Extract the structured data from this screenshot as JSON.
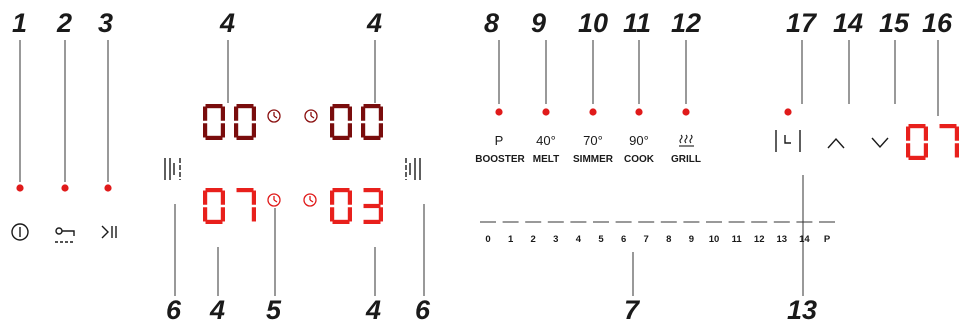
{
  "callouts": {
    "c1": "1",
    "c2": "2",
    "c3": "3",
    "c4a": "4",
    "c4b": "4",
    "c4c": "4",
    "c4d": "4",
    "c5": "5",
    "c6a": "6",
    "c6b": "6",
    "c7": "7",
    "c8": "8",
    "c9": "9",
    "c10": "10",
    "c11": "11",
    "c12": "12",
    "c13": "13",
    "c14": "14",
    "c15": "15",
    "c16": "16",
    "c17": "17"
  },
  "displays": {
    "top_left": "00",
    "top_right": "00",
    "bottom_left": "07",
    "bottom_right": "03",
    "power_level": "07"
  },
  "functions": [
    {
      "symbol": "P",
      "label": "BOOSTER"
    },
    {
      "symbol": "40°",
      "label": "MELT"
    },
    {
      "symbol": "70°",
      "label": "SIMMER"
    },
    {
      "symbol": "90°",
      "label": "COOK"
    },
    {
      "symbol": "",
      "label": "GRILL",
      "icon": "grill-icon"
    }
  ],
  "scale": [
    "0",
    "1",
    "2",
    "3",
    "4",
    "5",
    "6",
    "7",
    "8",
    "9",
    "10",
    "11",
    "12",
    "13",
    "14",
    "P"
  ],
  "icons": [
    "power-icon",
    "key-lock-icon",
    "play-pause-icon",
    "timer-clock-icon",
    "zone-link-icon",
    "up-arrow-icon",
    "down-arrow-icon",
    "grill-icon"
  ],
  "colors": {
    "led_red": "#e01a1a",
    "segment_red": "#e8201c",
    "segment_dark": "#7a0d0d"
  }
}
